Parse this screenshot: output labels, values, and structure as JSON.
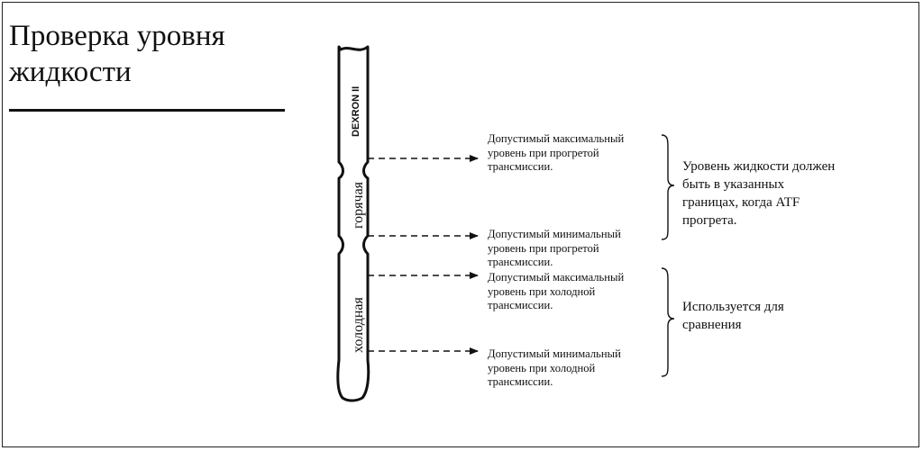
{
  "title": "Проверка уровня\nжидкости",
  "dipstick": {
    "brand": "DEXRON II",
    "hot_zone": "горячая",
    "cold_zone": "холодная"
  },
  "markers": [
    {
      "id": "hot-max",
      "label": "Допустимый максимальный\nуровень при прогретой\nтрансмиссии."
    },
    {
      "id": "hot-min",
      "label": "Допустимый минимальный\nуровень при прогретой\nтрансмиссии."
    },
    {
      "id": "cold-max",
      "label": "Допустимый максимальный\nуровень при холодной\nтрансмиссии."
    },
    {
      "id": "cold-min",
      "label": "Допустимый минимальный\nуровень при холодной\nтрансмиссии."
    }
  ],
  "notes": {
    "hot": "Уровень жидкости должен\nбыть в указанных\nграницах, когда ATF\nпрогрета.",
    "cold": "Используется для\nсравнения"
  }
}
